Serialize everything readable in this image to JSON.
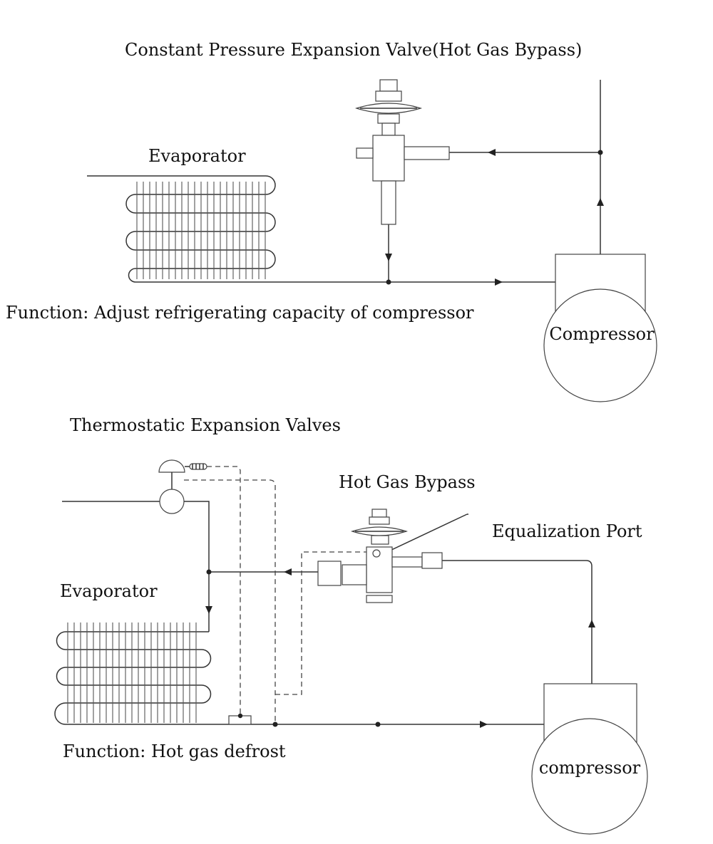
{
  "top": {
    "title": "Constant Pressure Expansion Valve(Hot Gas Bypass)",
    "evaporator_label": "Evaporator",
    "function_text": "Function: Adjust refrigerating capacity of compressor",
    "compressor_label": "Compressor"
  },
  "bottom": {
    "title": "Thermostatic Expansion Valves",
    "hot_gas_bypass_label": "Hot Gas Bypass",
    "equalization_port_label": "Equalization Port",
    "evaporator_label": "Evaporator",
    "function_text": "Function: Hot gas defrost",
    "compressor_label": "compressor"
  }
}
